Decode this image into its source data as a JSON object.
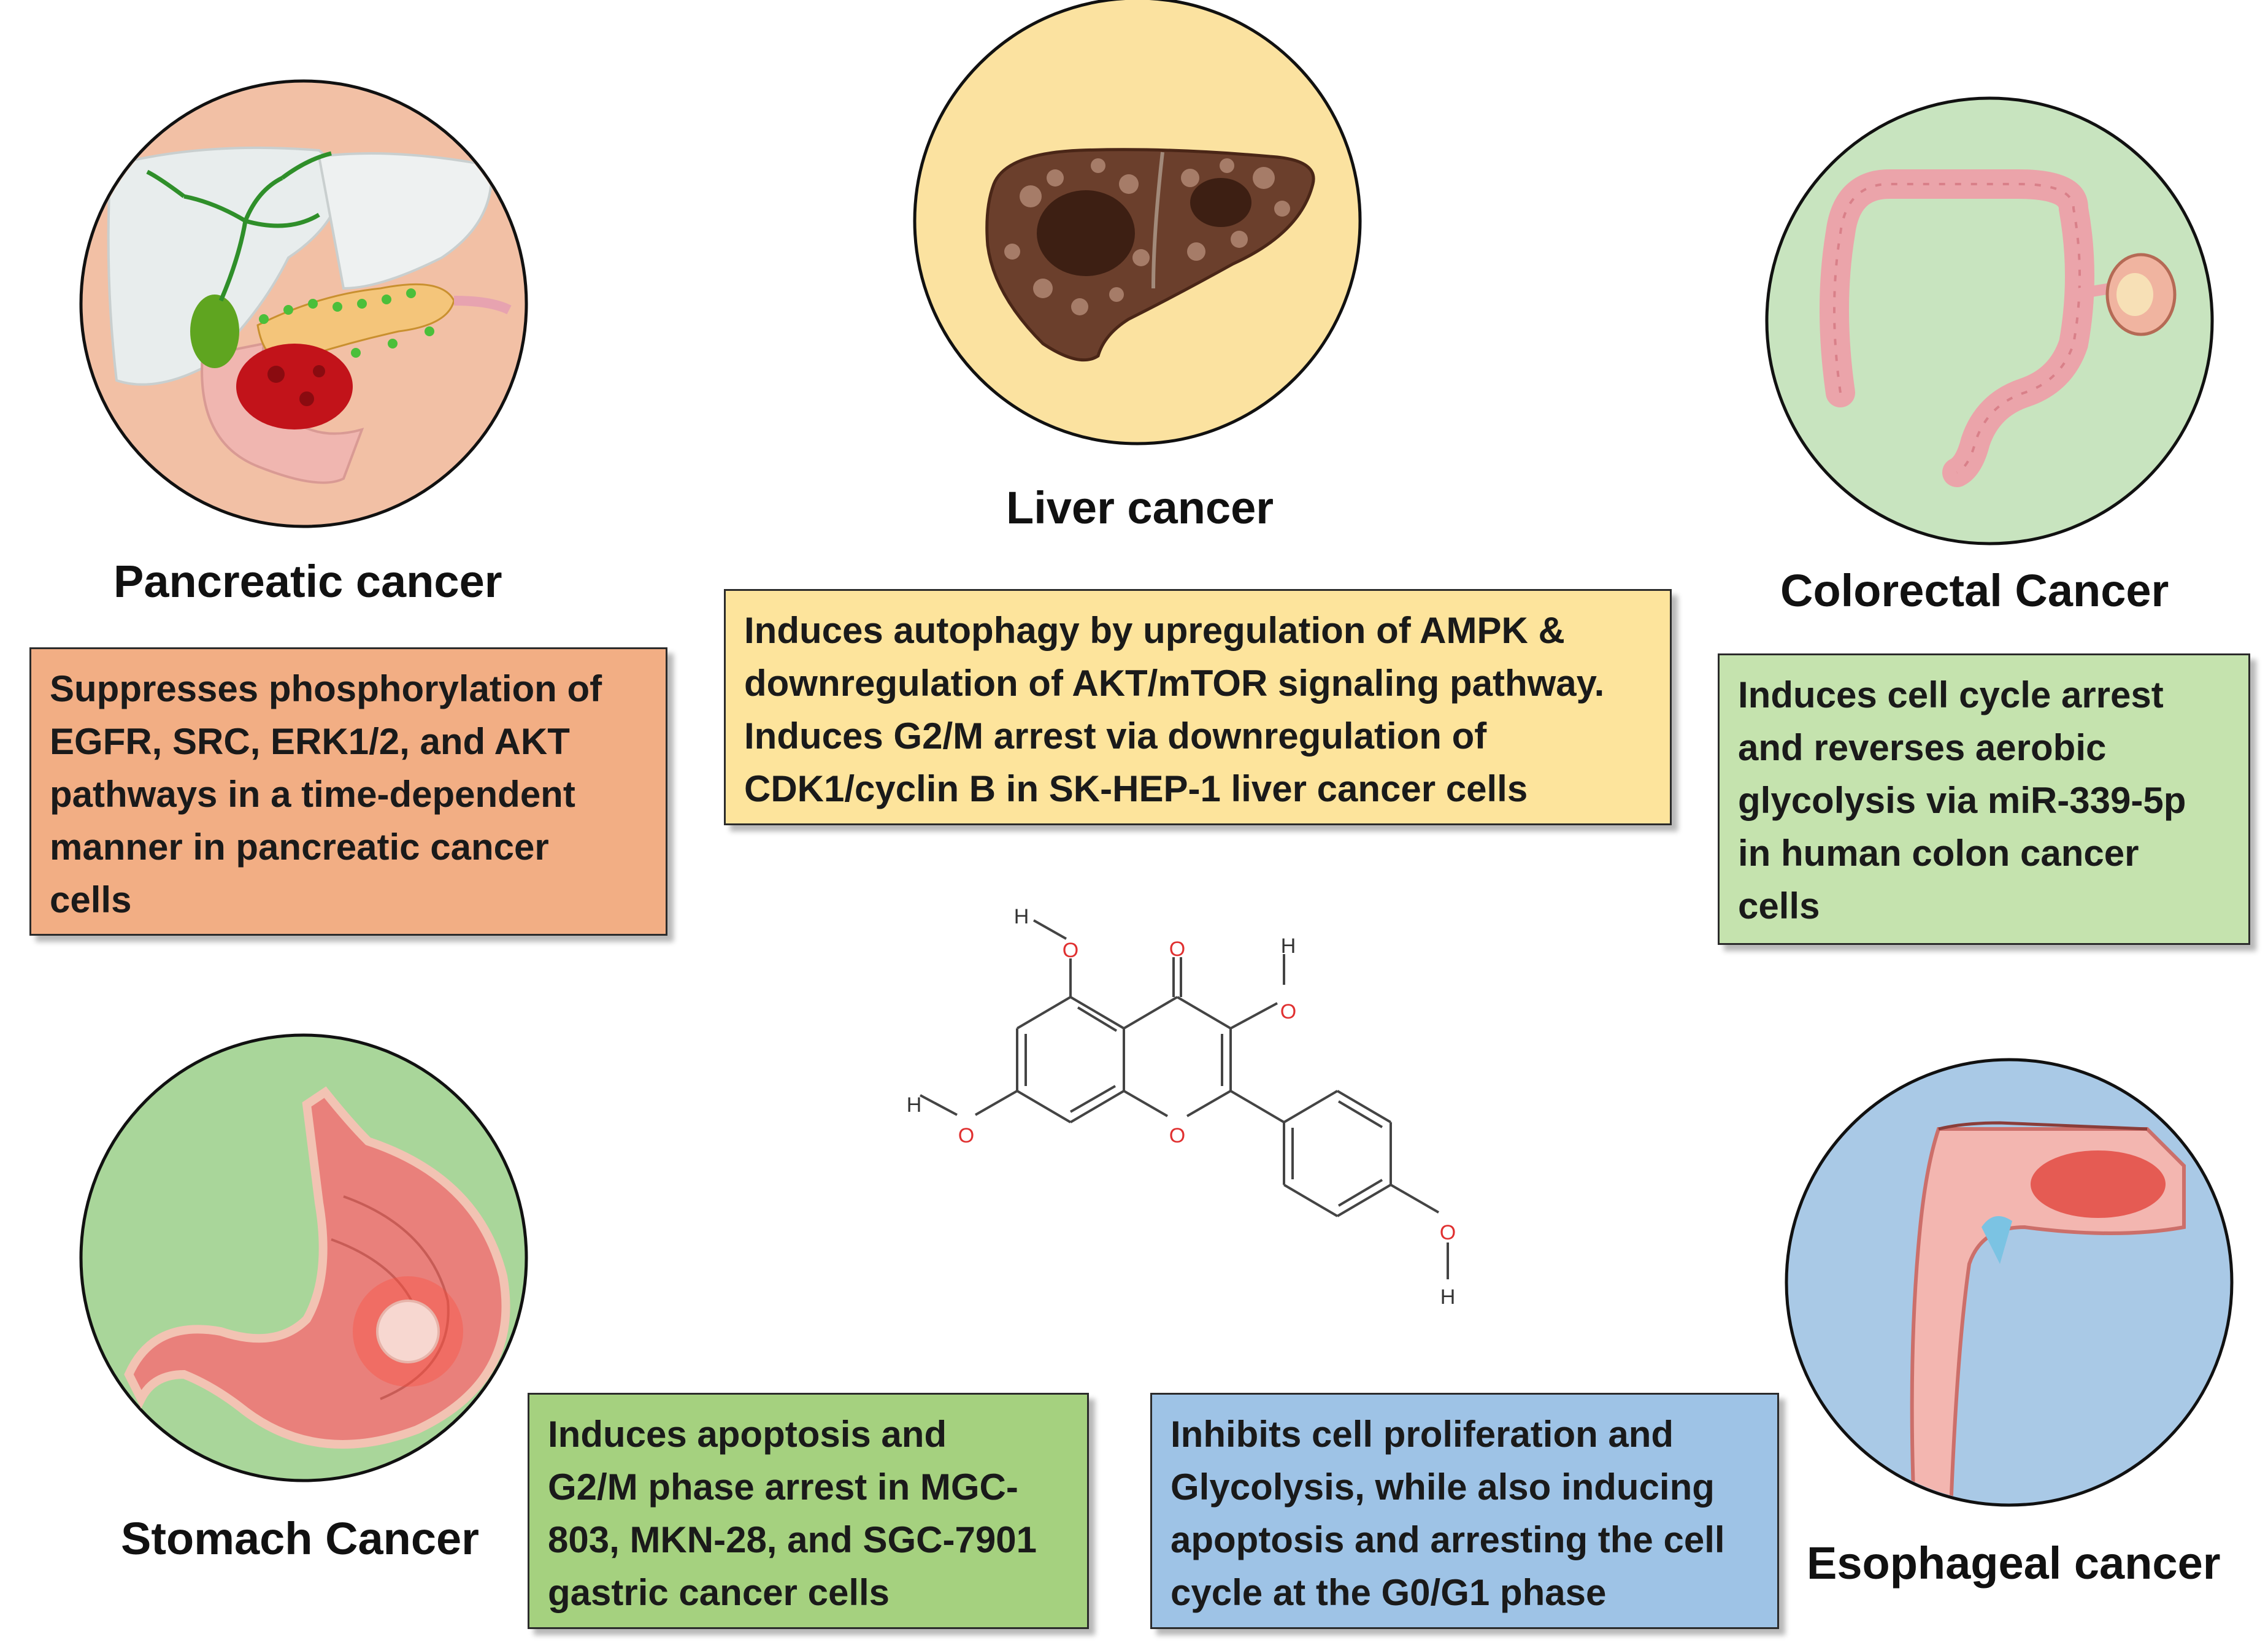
{
  "labels": {
    "pancreatic": "Pancreatic cancer",
    "liver": "Liver cancer",
    "colorectal": "Colorectal Cancer",
    "stomach": "Stomach Cancer",
    "esophageal": "Esophageal cancer"
  },
  "boxes": {
    "pancreatic": {
      "color": "#f2ae84",
      "lines": [
        "Suppresses phosphorylation of",
        "EGFR, SRC, ERK1/2, and AKT",
        "pathways in a time-dependent",
        "manner in pancreatic cancer",
        "cells"
      ]
    },
    "liver": {
      "color": "#fde49c",
      "lines": [
        "Induces autophagy by upregulation of AMPK &",
        "downregulation of AKT/mTOR signaling pathway.",
        "Induces G2/M arrest via downregulation of",
        "CDK1/cyclin B in SK-HEP-1 liver cancer cells"
      ]
    },
    "colorectal": {
      "color": "#c5e3ae",
      "lines": [
        "Induces cell cycle arrest",
        "and reverses aerobic",
        "glycolysis via miR-339-5p",
        "in human colon cancer",
        "cells"
      ]
    },
    "stomach": {
      "color": "#a5d17f",
      "lines": [
        "Induces apoptosis and",
        "G2/M phase arrest in MGC-",
        "803, MKN-28, and SGC-7901",
        "gastric cancer cells"
      ]
    },
    "esophageal": {
      "color": "#9ec3e6",
      "lines": [
        "Inhibits cell proliferation and",
        "Glycolysis, while also inducing",
        "apoptosis and arresting the cell",
        "cycle at the G0/G1 phase"
      ]
    }
  },
  "circles": {
    "pancreatic": "#f2c0a5",
    "liver": "#fbe2a0",
    "colorectal": "#c8e4bf",
    "stomach": "#a9d69a",
    "esophageal": "#a9c9e6"
  },
  "molecule": {
    "atom_O": "O",
    "atom_H": "H",
    "oxygen_color": "#e03030",
    "bond_color": "#444444"
  }
}
